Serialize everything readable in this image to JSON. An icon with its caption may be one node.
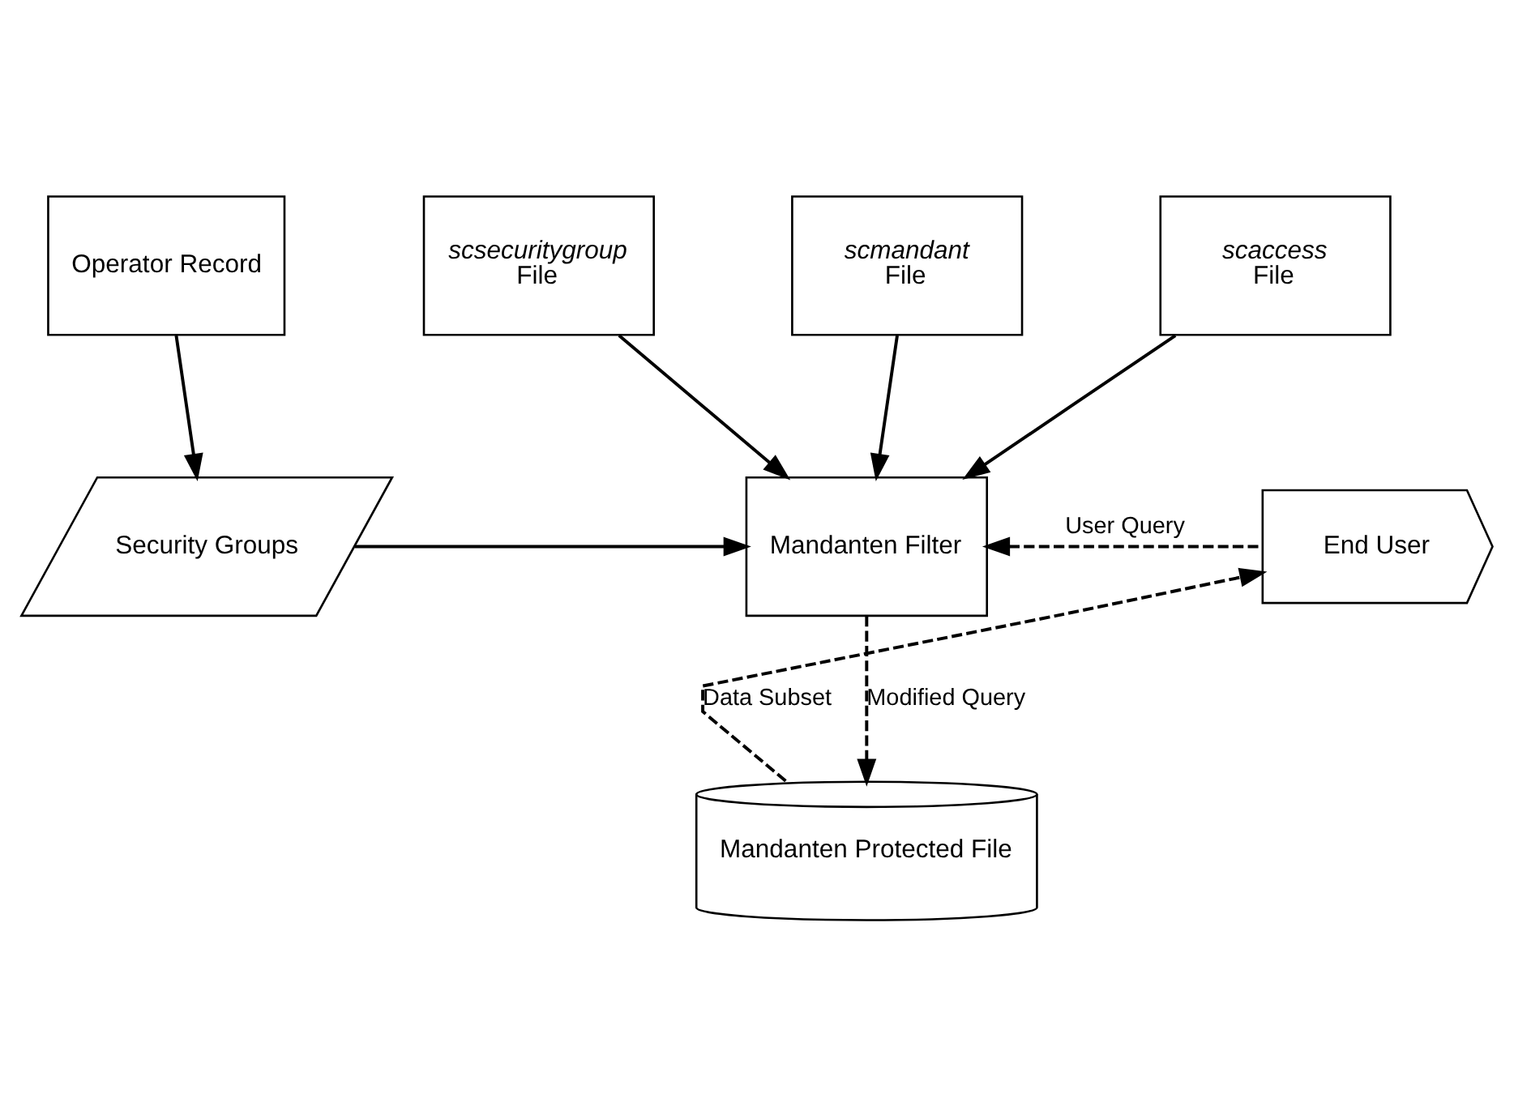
{
  "diagram": {
    "nodes": [
      {
        "text": [
          "Operator Record"
        ]
      },
      {
        "text": [
          "*scsecuritygroup* File"
        ]
      },
      {
        "text": [
          "*scmandant* File"
        ]
      },
      {
        "text": [
          "*scaccess* File"
        ]
      },
      {
        "text": [
          "Security Groups"
        ]
      },
      {
        "text": [
          "Mandanten Filter"
        ]
      },
      {
        "text": [
          "End User"
        ]
      },
      {
        "text": [
          "Mandanten Protected File"
        ]
      }
    ],
    "edges": [
      {
        "from": 0,
        "to": 4,
        "arrow": "to"
      },
      {
        "from": 1,
        "to": 5,
        "arrow": "to"
      },
      {
        "from": 2,
        "to": 5,
        "arrow": "to"
      },
      {
        "from": 3,
        "to": 5,
        "arrow": "to"
      },
      {
        "from": 4,
        "to": 5,
        "arrow": "to"
      },
      {
        "from": 6,
        "to": 5,
        "arrow": "to",
        "label": "User Query",
        "style": "dashed"
      },
      {
        "from": 5,
        "to": 7,
        "arrow": "to",
        "label": "Modified Query",
        "style": "dashed"
      },
      {
        "from": 7,
        "to": 6,
        "arrow": "to",
        "label": "Data Subset",
        "style": "dashed"
      }
    ]
  }
}
